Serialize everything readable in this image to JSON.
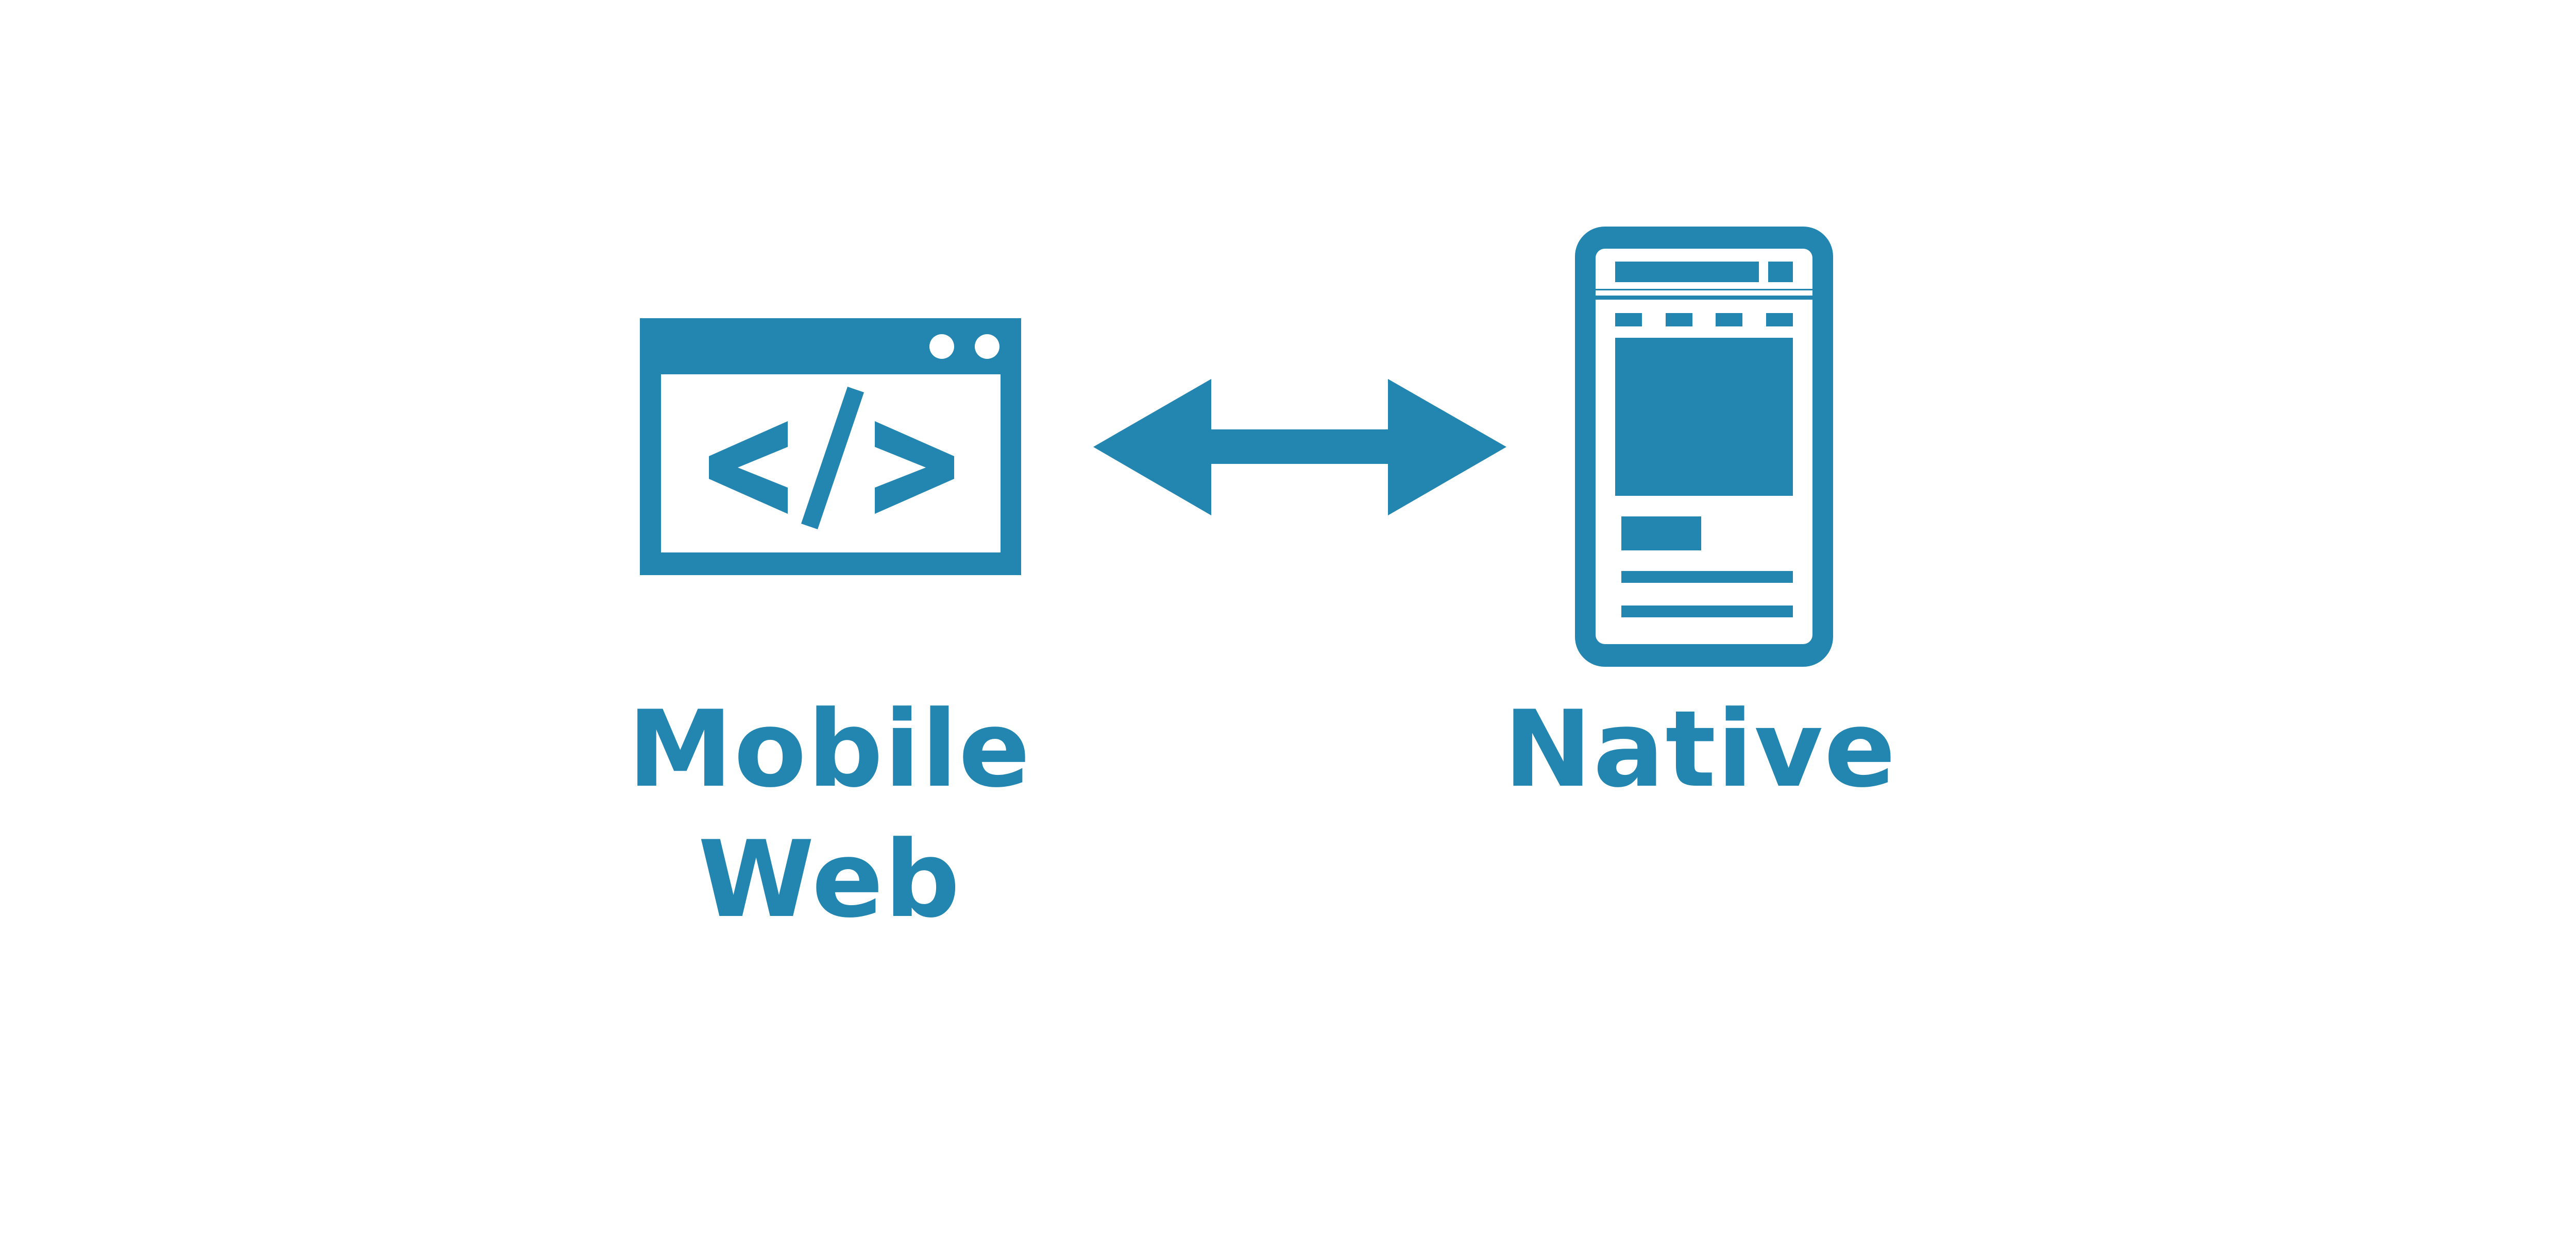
{
  "colors": {
    "accent": "#2386b1",
    "background": "#ffffff"
  },
  "left": {
    "icon": "code-window-icon",
    "label_line1": "Mobile",
    "label_line2": "Web"
  },
  "connector": {
    "icon": "double-headed-arrow-icon"
  },
  "right": {
    "icon": "mobile-app-icon",
    "label": "Native"
  }
}
